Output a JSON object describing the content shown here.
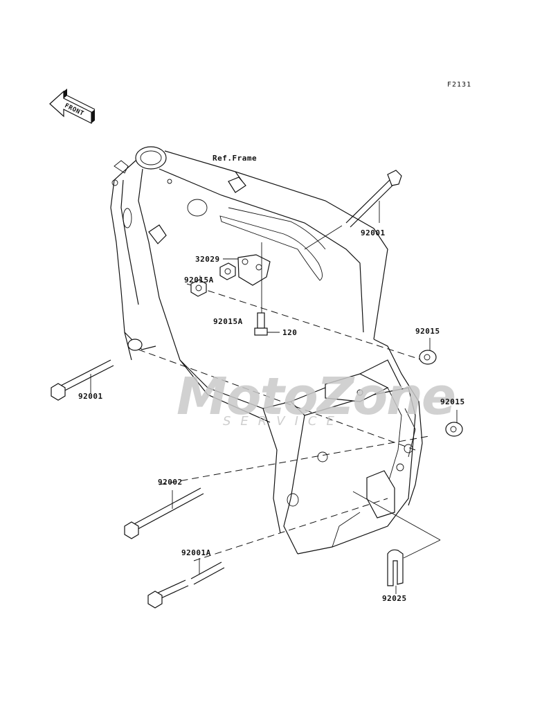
{
  "figure": {
    "id": "F2131",
    "direction_indicator": "FRONT",
    "reference_label": "Ref.Frame"
  },
  "watermark": {
    "brand": "MotoZone",
    "subtitle": "SERVICE",
    "color": "#c9c9c9"
  },
  "parts": [
    {
      "number": "92001",
      "description": "bolt",
      "position": "upper-right"
    },
    {
      "number": "32029",
      "description": "bracket",
      "position": "center-upper"
    },
    {
      "number": "92015A",
      "description": "nut",
      "position": "center-left"
    },
    {
      "number": "92015A",
      "description": "nut",
      "position": "center"
    },
    {
      "number": "120",
      "description": "bolt",
      "position": "center"
    },
    {
      "number": "92015",
      "description": "nut",
      "position": "right-upper"
    },
    {
      "number": "92015",
      "description": "nut",
      "position": "right-lower"
    },
    {
      "number": "92001",
      "description": "bolt",
      "position": "left"
    },
    {
      "number": "92002",
      "description": "bolt",
      "position": "lower-left"
    },
    {
      "number": "92001A",
      "description": "long bolt",
      "position": "bottom-left"
    },
    {
      "number": "92025",
      "description": "shim plate",
      "position": "bottom-right"
    }
  ]
}
